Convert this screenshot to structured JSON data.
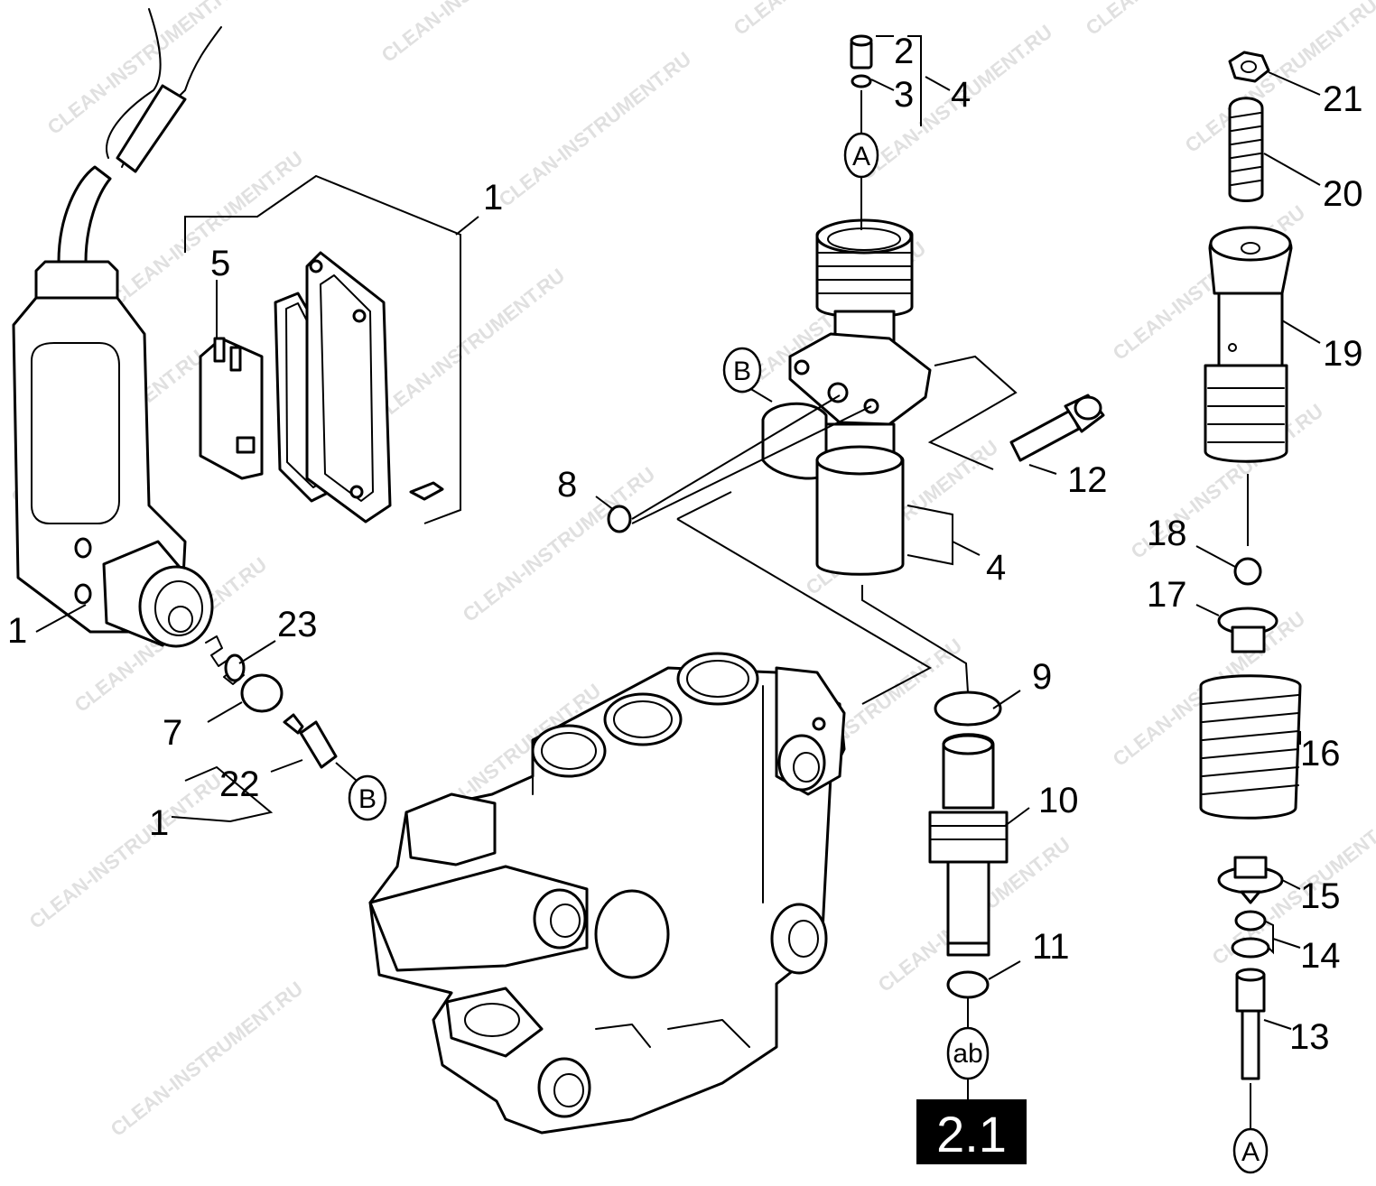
{
  "diagram": {
    "callouts": {
      "c1_top": "1",
      "c1_left": "1",
      "c1_bottom": "1",
      "c2": "2",
      "c3": "3",
      "c4_top": "4",
      "c4_mid": "4",
      "c5": "5",
      "c7": "7",
      "c8": "8",
      "c9": "9",
      "c10": "10",
      "c11": "11",
      "c12": "12",
      "c13": "13",
      "c14": "14",
      "c15": "15",
      "c16": "16",
      "c17": "17",
      "c18": "18",
      "c19": "19",
      "c20": "20",
      "c21": "21",
      "c22": "22",
      "c23": "23"
    },
    "refs": {
      "a_top": "A",
      "a_bottom": "A",
      "b_left": "B",
      "b_upper": "B",
      "ab": "ab"
    },
    "badge": "2.1",
    "watermark": "CLEAN-INSTRUMENT.RU"
  }
}
